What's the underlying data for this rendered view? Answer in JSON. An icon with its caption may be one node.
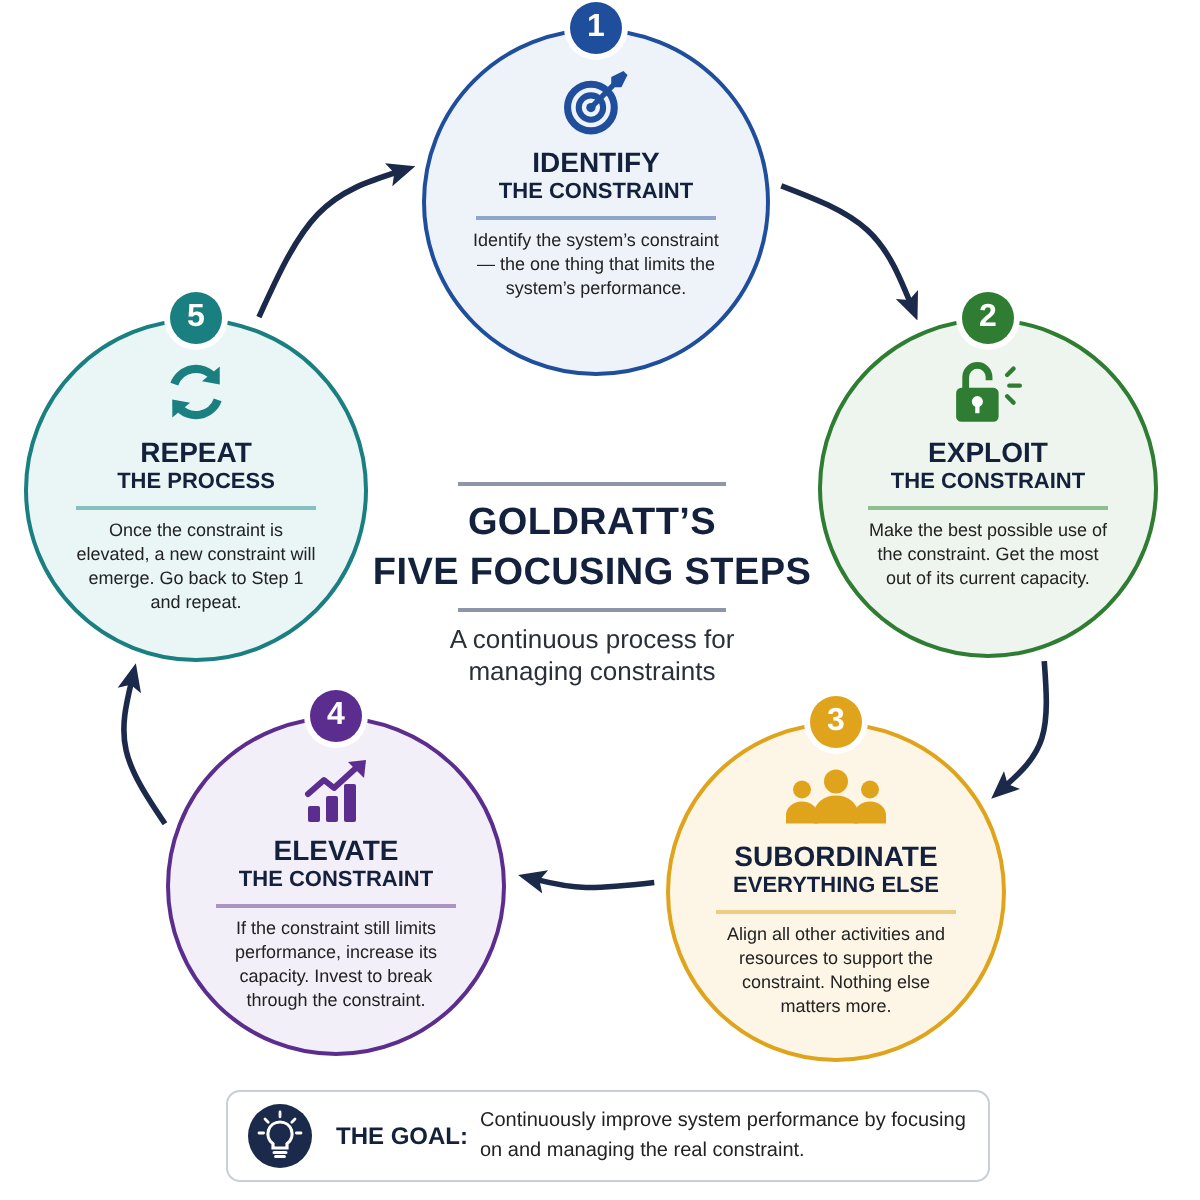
{
  "diagram": {
    "title": "GOLDRATT’S FIVE FOCUSING STEPS",
    "nodes": [
      {
        "text": [
          "1",
          "IDENTIFY",
          "THE CONSTRAINT",
          "Identify the system’s constraint — the one thing that limits the system’s performance."
        ]
      },
      {
        "text": [
          "2",
          "EXPLOIT",
          "THE CONSTRAINT",
          "Make the best possible use of the constraint. Get the most out of its current capacity."
        ]
      },
      {
        "text": [
          "3",
          "SUBORDINATE",
          "EVERYTHING ELSE",
          "Align all other activities and resources to support the constraint. Nothing else matters more."
        ]
      },
      {
        "text": [
          "4",
          "ELEVATE",
          "THE CONSTRAINT",
          "If the constraint still limits performance, increase its capacity. Invest to break through the constraint."
        ]
      },
      {
        "text": [
          "5",
          "REPEAT",
          "THE PROCESS",
          "Once the constraint is elevated, a new constraint will emerge. Go back to Step 1 and repeat."
        ]
      },
      {
        "text": [
          "THE GOAL:",
          "Continuously improve system performance by focusing on and managing the real constraint."
        ]
      }
    ],
    "edges": [
      {
        "from": 0,
        "to": 1,
        "arrow": "to"
      },
      {
        "from": 1,
        "to": 2,
        "arrow": "to"
      },
      {
        "from": 2,
        "to": 3,
        "arrow": "to"
      },
      {
        "from": 3,
        "to": 4,
        "arrow": "to"
      },
      {
        "from": 4,
        "to": 0,
        "arrow": "to"
      }
    ],
    "labels": [
      "A continuous process for managing constraints"
    ]
  }
}
